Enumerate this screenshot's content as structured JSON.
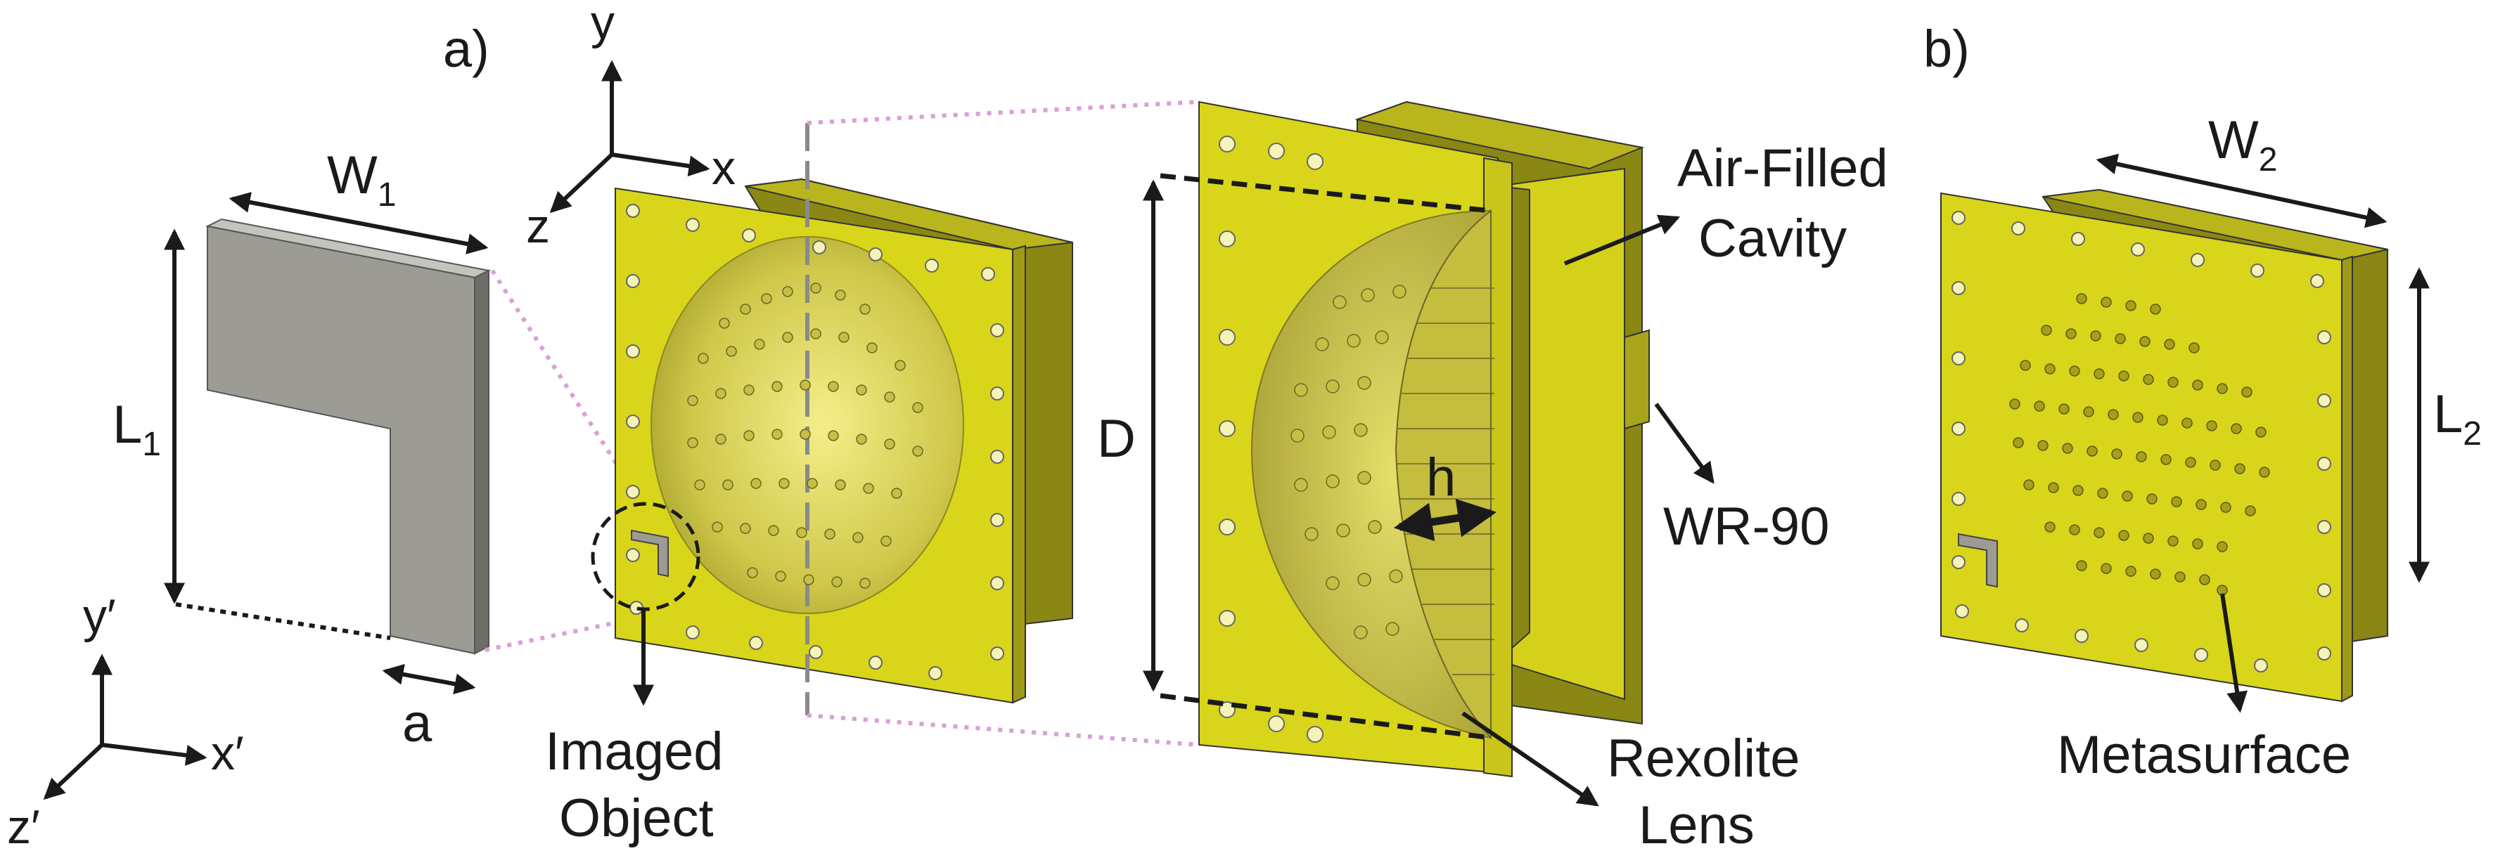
{
  "panels": {
    "a": "a)",
    "b": "b)"
  },
  "axes_main": {
    "x": "x",
    "y": "y",
    "z": "z"
  },
  "axes_object": {
    "x": "x′",
    "y": "y′",
    "z": "z′"
  },
  "dimensions": {
    "W1": {
      "main": "W",
      "sub": "1"
    },
    "L1": {
      "main": "L",
      "sub": "1"
    },
    "a": "a",
    "D": "D",
    "h": "h",
    "W2": {
      "main": "W",
      "sub": "2"
    },
    "L2": {
      "main": "L",
      "sub": "2"
    }
  },
  "callouts": {
    "cavity_line1": "Air-Filled",
    "cavity_line2": "Cavity",
    "waveguide": "WR-90",
    "lens_line1": "Rexolite",
    "lens_line2": "Lens",
    "object_line1": "Imaged",
    "object_line2": "Object",
    "metasurface": "Metasurface"
  },
  "colors": {
    "panel_yellow": "#d9d51a",
    "panel_side": "#8a8714",
    "object_gray": "#9c9c94",
    "object_side": "#6e6e68",
    "projection_pink": "#d9a0d6",
    "lens": "#e8e27a"
  }
}
